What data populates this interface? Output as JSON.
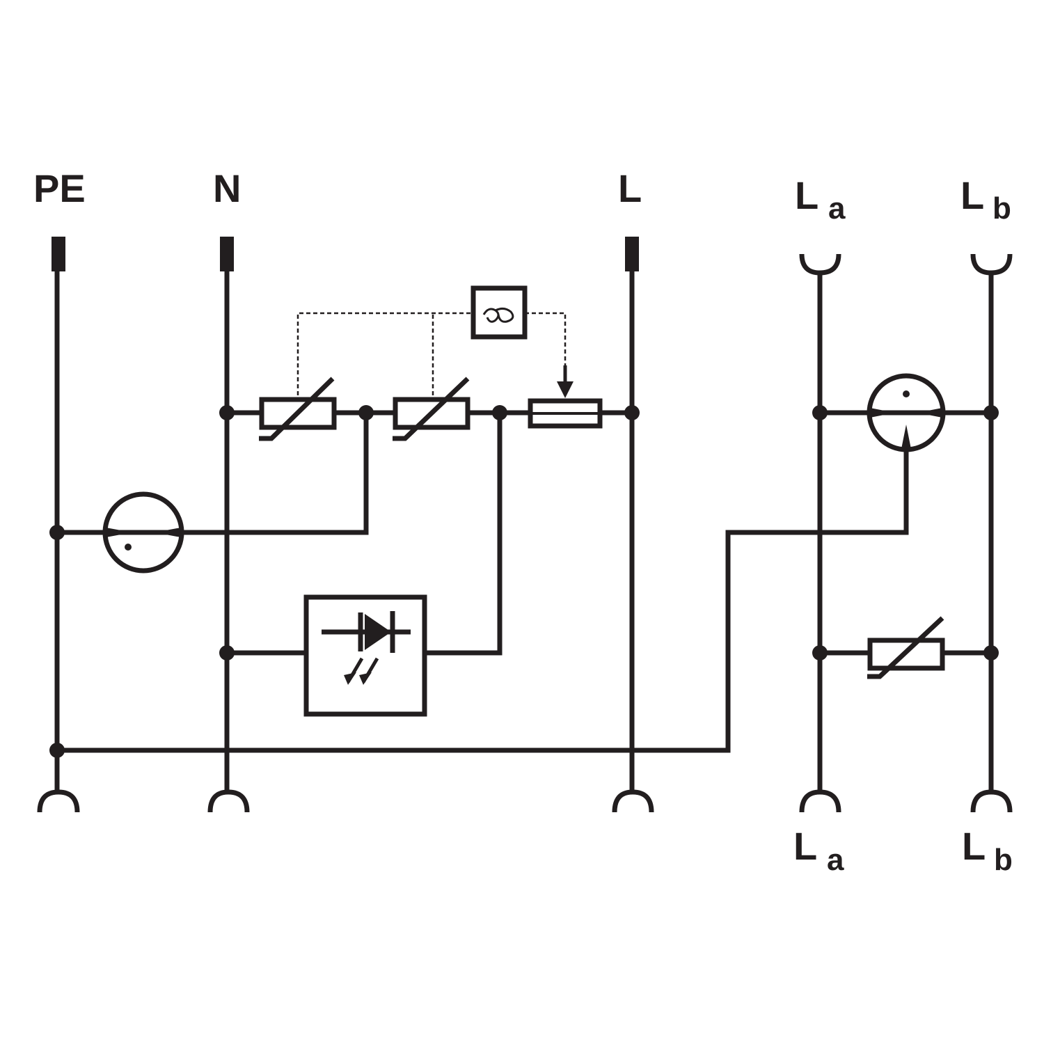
{
  "terminals": {
    "pe": "PE",
    "n": "N",
    "l": "L",
    "la_top": {
      "base": "L",
      "sub": "a"
    },
    "lb_top": {
      "base": "L",
      "sub": "b"
    },
    "la_bottom": {
      "base": "L",
      "sub": "a"
    },
    "lb_bottom": {
      "base": "L",
      "sub": "b"
    }
  },
  "components": [
    "gas-discharge-tube-pe-n",
    "varistor-1",
    "varistor-2",
    "thermal-fuse",
    "thermal-disconnect-monitor",
    "led-status-indicator",
    "gas-discharge-tube-3-electrode",
    "varistor-la-lb"
  ],
  "colors": {
    "line": "#221e1f",
    "background": "#ffffff"
  }
}
